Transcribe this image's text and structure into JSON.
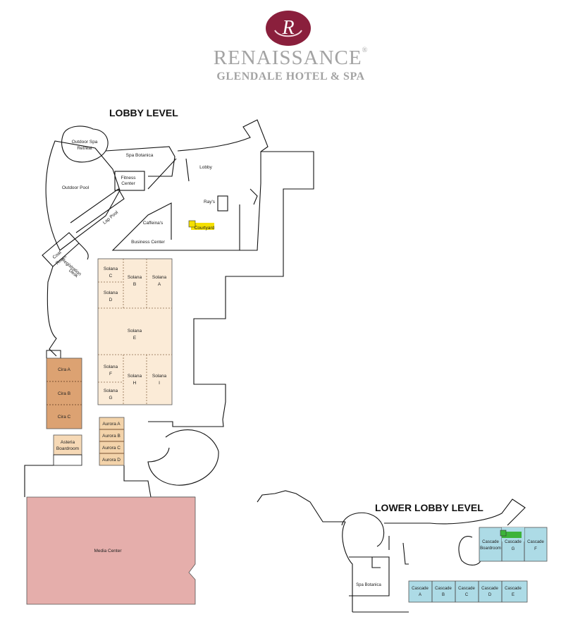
{
  "header": {
    "logo_letter": "R",
    "brand_name": "RENAISSANCE",
    "brand_mark": "®",
    "brand_sub": "GLENDALE HOTEL & SPA"
  },
  "colors": {
    "logo": "#8a1f3c",
    "solana": "#fbebd7",
    "cira": "#dca272",
    "aurora": "#f3d3aa",
    "asteria": "#f6d9b6",
    "media": "#e5aeab",
    "cascade": "#addbe6",
    "highlight_courtyard": "#f4e000",
    "highlight_cascade_g": "#3db33a"
  },
  "lobby_level": {
    "title": "LOBBY LEVEL",
    "areas": {
      "outdoor_spa_retreat": [
        "Outdoor Spa",
        "Retreat"
      ],
      "spa_botanica": "Spa Botanica",
      "lobby": "Lobby",
      "fitness_center": [
        "Fitness",
        "Center"
      ],
      "outdoor_pool": "Outdoor Pool",
      "rays": "Ray's",
      "lap_pool": "Lap Pool",
      "caffeinas": "Caffeina's",
      "courtyard": "Courtyard",
      "business_center": "Business Center",
      "coat_room": [
        "Coat",
        "Room"
      ],
      "registration_desk": [
        "Registration",
        "Desk"
      ]
    },
    "solana": {
      "c": [
        "Solana",
        "C"
      ],
      "b": [
        "Solana",
        "B"
      ],
      "a": [
        "Solana",
        "A"
      ],
      "d": [
        "Solana",
        "D"
      ],
      "e": [
        "Solana",
        "E"
      ],
      "f": [
        "Solana",
        "F"
      ],
      "h": [
        "Solana",
        "H"
      ],
      "i": [
        "Solana",
        "I"
      ],
      "g": [
        "Solana",
        "G"
      ]
    },
    "cira": [
      "Cira A",
      "Cira B",
      "Cira C"
    ],
    "asteria": [
      "Asteria",
      "Boardroom"
    ],
    "aurora": [
      "Aurora A",
      "Aurora B",
      "Aurora C",
      "Aurora D"
    ],
    "media_center": "Media Center"
  },
  "lower_lobby_level": {
    "title": "LOWER LOBBY LEVEL",
    "spa_botanica": "Spa Botanica",
    "cascade_boardroom": [
      "Cascade",
      "Boardroom"
    ],
    "cascade_g": [
      "Cascade",
      "G"
    ],
    "cascade_f": [
      "Cascade",
      "F"
    ],
    "cascade_row": [
      [
        "Cascade",
        "A"
      ],
      [
        "Cascade",
        "B"
      ],
      [
        "Cascade",
        "C"
      ],
      [
        "Cascade",
        "D"
      ],
      [
        "Cascade",
        "E"
      ]
    ]
  }
}
